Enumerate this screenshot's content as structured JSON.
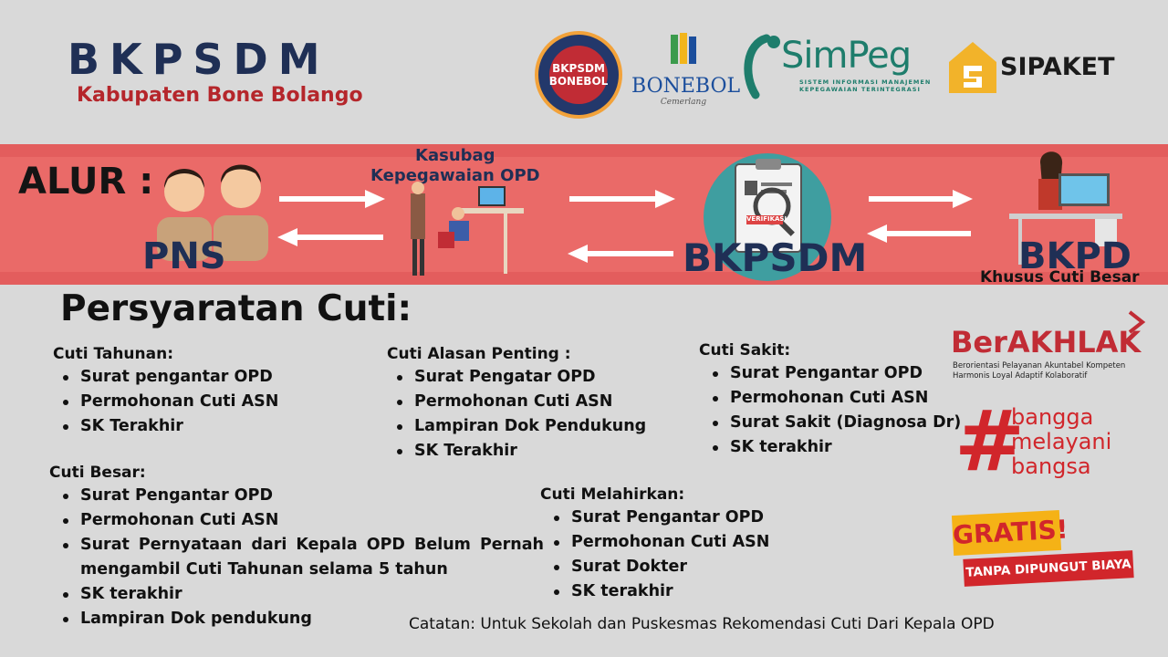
{
  "header": {
    "org_title": "BKPSDM",
    "org_subtitle": "Kabupaten Bone Bolango",
    "logos": {
      "seal_line1": "BKPSDM",
      "seal_line2": "BONEBOL",
      "bonebol": "BONEBOL",
      "bonebol_tag": "Cemerlang",
      "simpeg": "SimPeg",
      "simpeg_small1": "SISTEM INFORMASI MANAJEMEN",
      "simpeg_small2": "KEPEGAWAIAN TERINTEGRASI",
      "sipaket": "SIPAKET"
    }
  },
  "flow": {
    "label": "ALUR :",
    "steps": {
      "pns": "PNS",
      "kasubag_line1": "Kasubag",
      "kasubag_line2": "Kepegawaian OPD",
      "bkpsdm": "BKPSDM",
      "bkpd": "BKPD",
      "bkpd_note": "Khusus Cuti Besar",
      "verifikasi": "VERIFIKASI"
    },
    "colors": {
      "band": "#e35d5d",
      "label": "#1f2f55"
    }
  },
  "requirements": {
    "title": "Persyaratan Cuti:",
    "tahunan": {
      "title": "Cuti Tahunan:",
      "items": [
        "Surat pengantar OPD",
        "Permohonan Cuti ASN",
        "SK Terakhir"
      ]
    },
    "alasan_penting": {
      "title": "Cuti Alasan Penting :",
      "items": [
        "Surat Pengatar OPD",
        "Permohonan Cuti ASN",
        "Lampiran Dok Pendukung",
        "SK Terakhir"
      ]
    },
    "sakit": {
      "title": "Cuti Sakit:",
      "items": [
        "Surat Pengantar OPD",
        "Permohonan Cuti ASN",
        "Surat Sakit (Diagnosa Dr)",
        "SK terakhir"
      ]
    },
    "besar": {
      "title": "Cuti Besar:",
      "items": [
        "Surat Pengantar OPD",
        "Permohonan Cuti ASN",
        "Surat Pernyataan dari Kepala OPD Belum Pernah mengambil Cuti Tahunan selama 5 tahun",
        "SK terakhir",
        "Lampiran Dok pendukung"
      ]
    },
    "melahirkan": {
      "title": "Cuti Melahirkan:",
      "items": [
        "Surat Pengantar OPD",
        "Permohonan Cuti ASN",
        "Surat Dokter",
        "SK terakhir"
      ]
    }
  },
  "note": "Catatan: Untuk Sekolah dan  Puskesmas Rekomendasi Cuti Dari Kepala OPD",
  "badges": {
    "berakhlak": "BerAKHLAK",
    "berakhlak_line1": "Berorientasi Pelayanan Akuntabel Kompeten",
    "berakhlak_line2": "Harmonis Loyal Adaptif Kolaboratif",
    "bangga_words": [
      "bangga",
      "melayani",
      "bangsa"
    ],
    "gratis": "GRATIS!",
    "gratis_sub": "TANPA DIPUNGUT BIAYA"
  }
}
